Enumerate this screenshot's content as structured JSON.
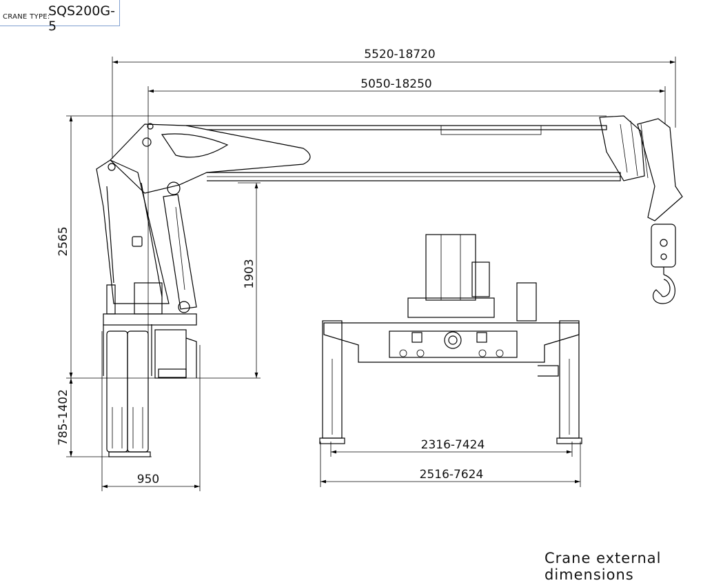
{
  "header": {
    "label": "CRANE TYPE:",
    "value": "SQS200G-5"
  },
  "dimensions": {
    "overall_reach": "5520-18720",
    "boom_reach": "5050-18250",
    "total_height": "2565",
    "boom_height": "1903",
    "outrigger_height": "785-1402",
    "base_width": "950",
    "outrigger_span_inner": "2316-7424",
    "outrigger_span_outer": "2516-7624"
  },
  "caption": "Crane external dimensions"
}
